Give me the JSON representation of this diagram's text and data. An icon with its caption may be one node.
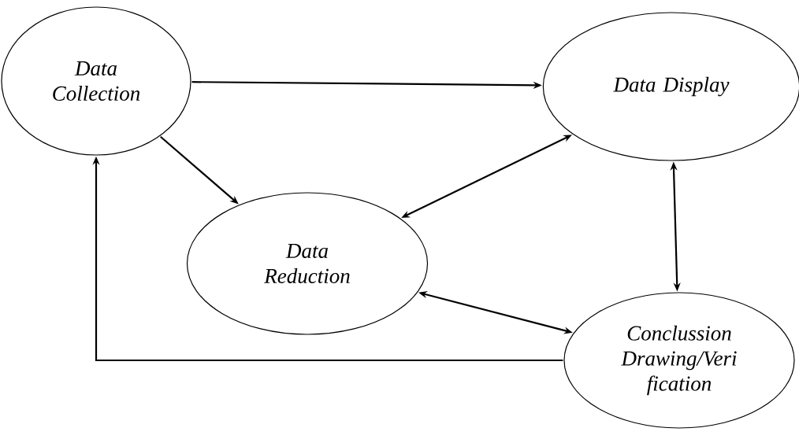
{
  "diagram": {
    "nodes": [
      {
        "text": [
          "Data Collection"
        ]
      },
      {
        "text": [
          "Data Display"
        ]
      },
      {
        "text": [
          "Data Reduction"
        ]
      },
      {
        "text": [
          "Conclussion Drawing/Veri fication"
        ]
      }
    ],
    "edges": [
      {
        "from": 0,
        "to": 1,
        "arrow": "to"
      },
      {
        "from": 0,
        "to": 2,
        "arrow": "to"
      },
      {
        "from": 1,
        "to": 2,
        "arrow": "both"
      },
      {
        "from": 1,
        "to": 3,
        "arrow": "both"
      },
      {
        "from": 2,
        "to": 3,
        "arrow": "both"
      },
      {
        "from": 3,
        "to": 0,
        "arrow": "to"
      }
    ]
  }
}
